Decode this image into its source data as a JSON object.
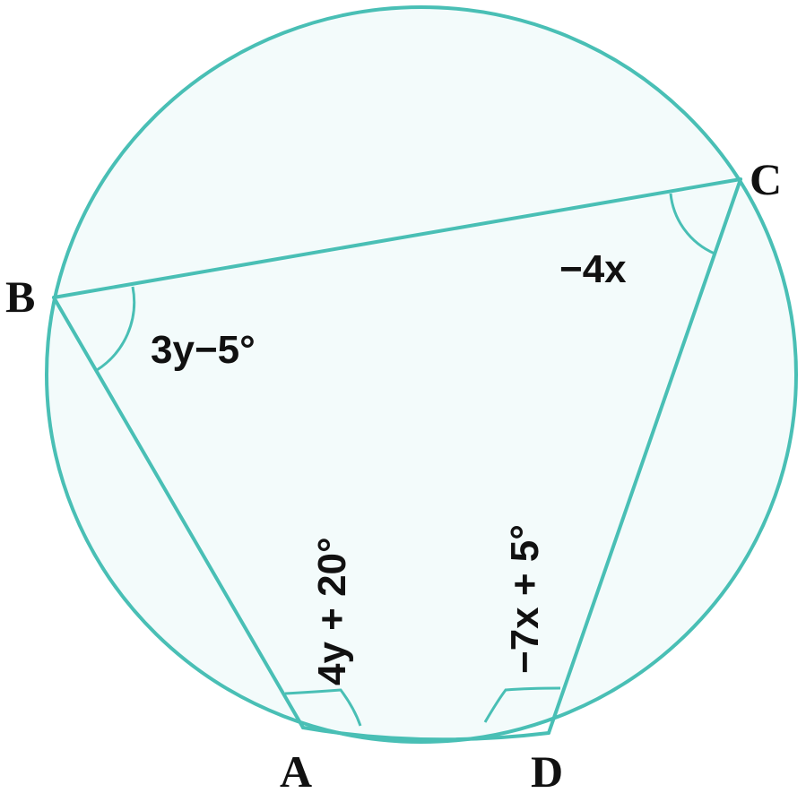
{
  "diagram": {
    "vertices": {
      "A": "A",
      "B": "B",
      "C": "C",
      "D": "D"
    },
    "angles": {
      "B": "3y−5°",
      "C": "−4x",
      "A": "4y + 20°",
      "D": "−7x + 5°"
    },
    "colors": {
      "stroke": "#49bfb5",
      "fill": "#f3fbfb",
      "text": "#111111"
    }
  }
}
